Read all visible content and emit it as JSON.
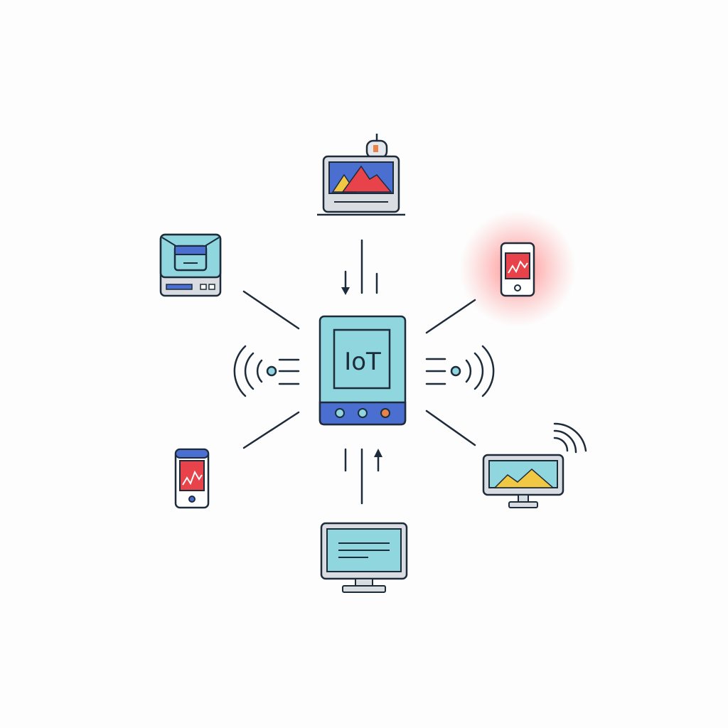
{
  "hub": {
    "label": "IoT",
    "status_lights": [
      "#4fa3d9",
      "#4fa3d9",
      "#e8844a"
    ]
  },
  "devices": [
    {
      "name": "landscape-display-with-camera",
      "icon": "camera-display-icon"
    },
    {
      "name": "printer-scanner",
      "icon": "printer-icon"
    },
    {
      "name": "smartphone-alert",
      "icon": "smartphone-icon",
      "status": "alert",
      "glow_color": "#ff3030"
    },
    {
      "name": "smartphone",
      "icon": "smartphone-icon"
    },
    {
      "name": "wireless-monitor",
      "icon": "monitor-icon"
    },
    {
      "name": "desktop-monitor",
      "icon": "monitor-icon"
    }
  ],
  "colors": {
    "outline": "#1d2b3a",
    "screen_fill": "#8fd6df",
    "accent_blue": "#4a6fd1",
    "alert_red": "#e8434a",
    "mountain_yellow": "#f1c843",
    "case_gray": "#d9dde2"
  }
}
